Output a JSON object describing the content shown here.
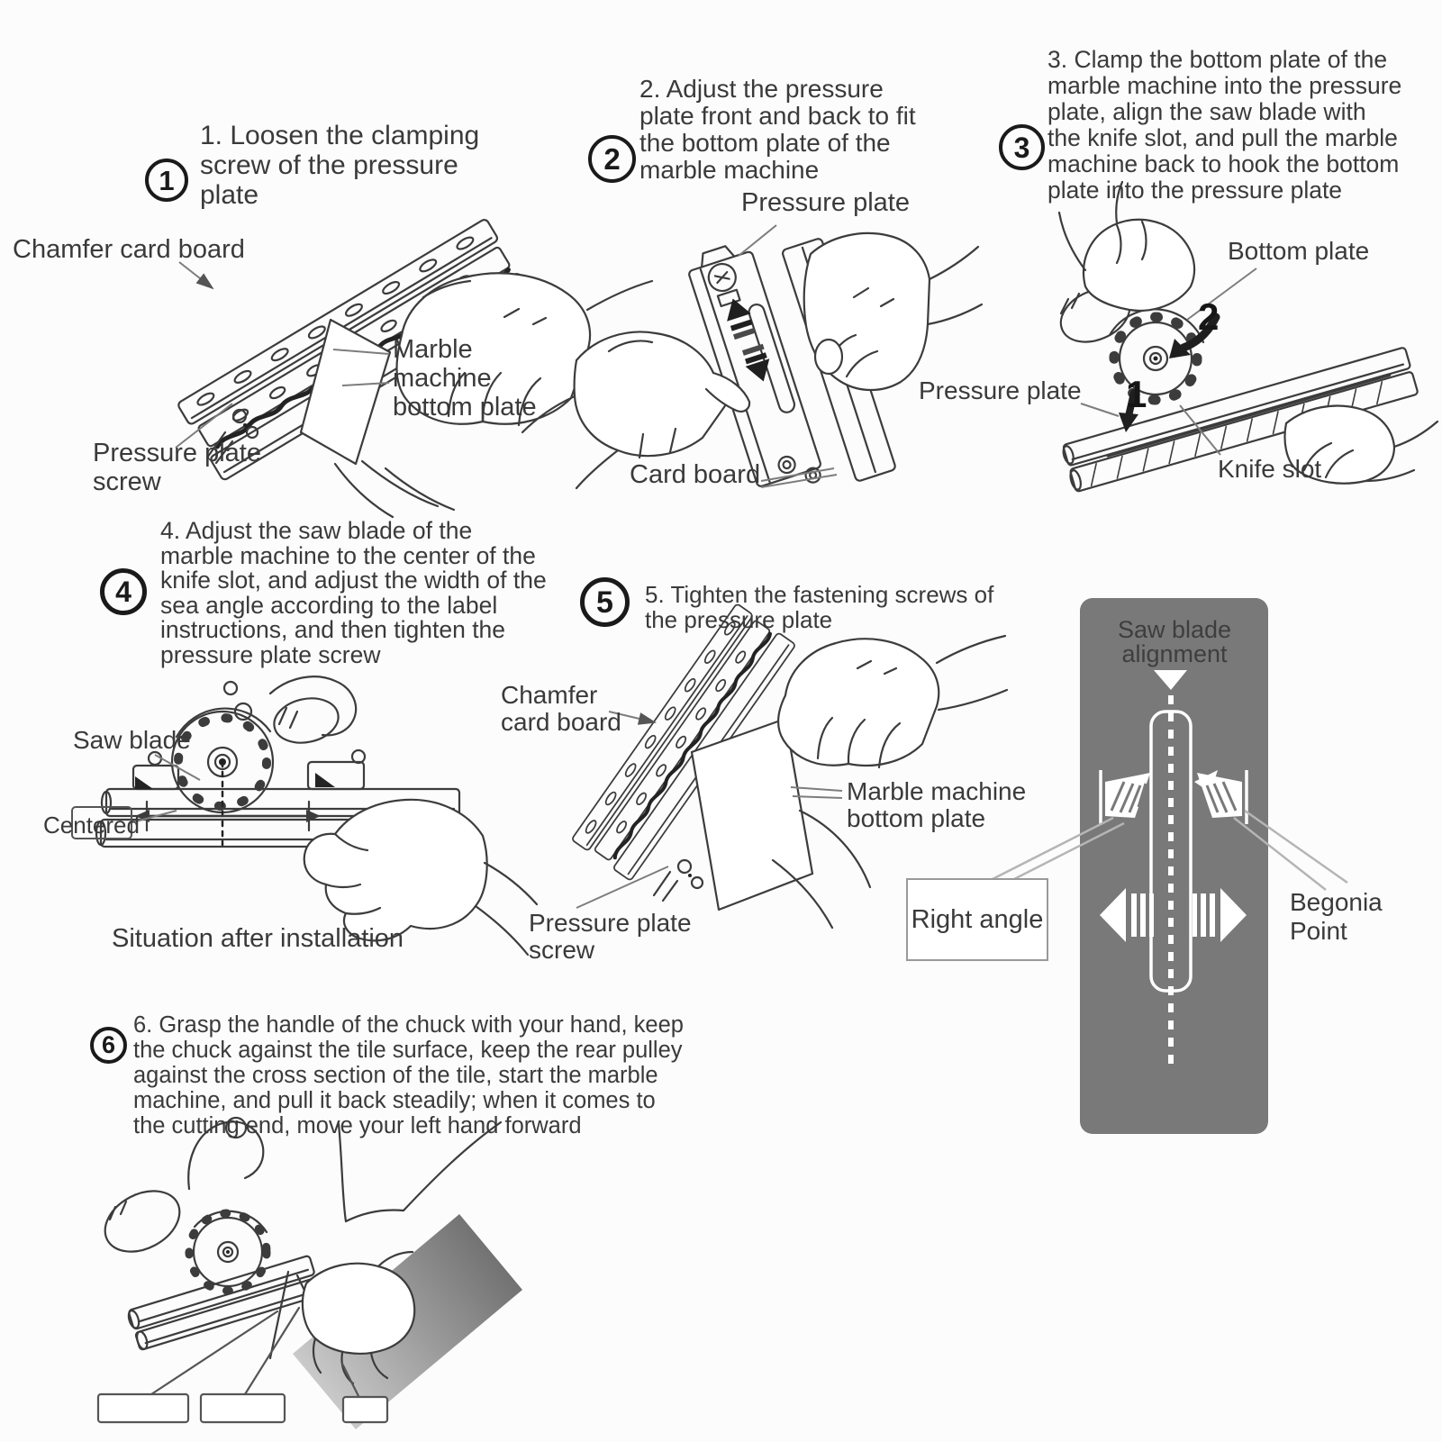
{
  "colors": {
    "background": "#fcfcfc",
    "line_art": "#3c3c3c",
    "text": "#3a3a3a",
    "panel_background": "#797979",
    "panel_text": "#3e3e3e",
    "diagram_white": "#ffffff",
    "tile_gradient_light": "#d2d2d2",
    "tile_gradient_dark": "#6e6e6e",
    "callout_border": "#999999"
  },
  "steps": [
    {
      "num": "1",
      "text": "1. Loosen the clamping\nscrew of the pressure\nplate"
    },
    {
      "num": "2",
      "text": "2. Adjust the pressure\nplate front and back to fit\nthe bottom plate of the\nmarble machine"
    },
    {
      "num": "3",
      "text": "3. Clamp the bottom plate of the\nmarble machine into the pressure\nplate, align the saw blade with\nthe knife slot, and pull the marble\nmachine back to hook the bottom\nplate into the pressure plate"
    },
    {
      "num": "4",
      "text": "4. Adjust the saw blade of the\nmarble machine to the center of the\nknife slot, and adjust the width of the\nsea angle according to the label\ninstructions, and then tighten the\npressure plate screw"
    },
    {
      "num": "5",
      "text": "5. Tighten the fastening screws of\nthe pressure plate"
    },
    {
      "num": "6",
      "text": "6. Grasp the handle of the chuck with your hand, keep\nthe chuck against the tile surface, keep the rear pulley\nagainst the cross section of the tile, start the marble\nmachine, and pull it back steadily; when it comes to\nthe cutting end, move your left hand forward"
    }
  ],
  "fig1_labels": {
    "chamfer": "Chamfer card board",
    "bottom_plate": "Marble\nmachine\nbottom plate",
    "screw": "Pressure plate\nscrew"
  },
  "fig2_labels": {
    "pressure_plate": "Pressure plate",
    "card_board": "Card board"
  },
  "fig3_labels": {
    "bottom_plate": "Bottom plate",
    "pressure_plate": "Pressure plate",
    "knife_slot": "Knife slot",
    "arrow1": "1",
    "arrow2": "2"
  },
  "fig4_labels": {
    "saw_blade": "Saw blade",
    "centered": "Centered",
    "caption": "Situation after installation"
  },
  "fig5_labels": {
    "chamfer": "Chamfer\ncard board",
    "bottom_plate": "Marble machine\nbottom plate",
    "screw": "Pressure plate\nscrew"
  },
  "panel": {
    "title": "Saw blade\nalignment",
    "right_angle": "Right angle",
    "begonia_point": "Begonia Point"
  }
}
